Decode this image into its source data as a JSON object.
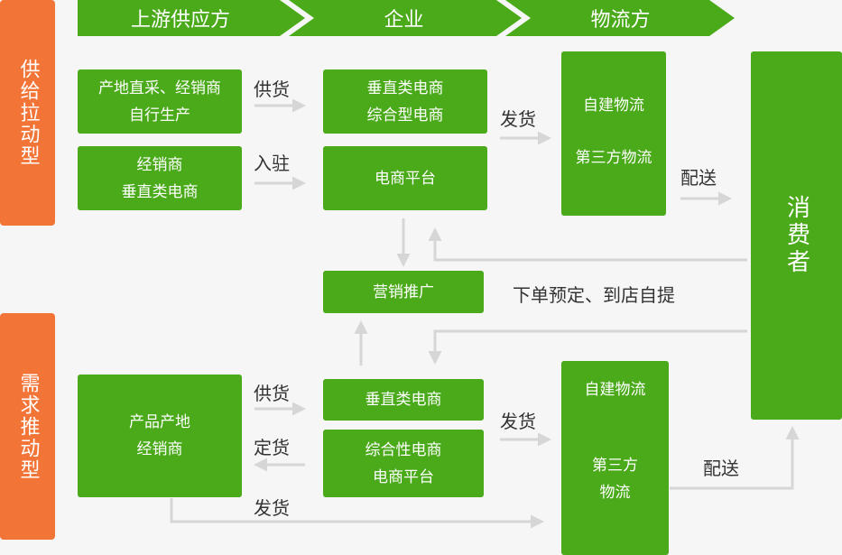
{
  "header": {
    "stage1": "上游供应方",
    "stage2": "企业",
    "stage3": "物流方"
  },
  "side": {
    "top": "供给拉动型",
    "bottom": "需求推动型"
  },
  "top": {
    "supplier1": [
      "产地直采、经销商",
      "自行生产"
    ],
    "supplier2": [
      "经销商",
      "垂直类电商"
    ],
    "enterprise1": [
      "垂直类电商",
      "综合型电商"
    ],
    "enterprise2": [
      "电商平台"
    ],
    "logistics": [
      "自建物流",
      "第三方物流"
    ],
    "label_supply": "供货",
    "label_settle": "入驻",
    "label_ship": "发货",
    "label_deliver": "配送"
  },
  "middle": {
    "marketing": "营销推广",
    "order_label": "下单预定、到店自提"
  },
  "consumer": "消费者",
  "bottom": {
    "supplier": [
      "产品产地",
      "经销商"
    ],
    "enterprise1": [
      "垂直类电商"
    ],
    "enterprise2": [
      "综合性电商",
      "电商平台"
    ],
    "logistics": [
      "自建物流",
      "第三方",
      "物流"
    ],
    "label_supply": "供货",
    "label_order": "定货",
    "label_ship_direct": "发货",
    "label_ship": "发货",
    "label_deliver": "配送"
  },
  "colors": {
    "green": "#4aaa19",
    "orange": "#f27437",
    "connector": "#d6d6d6"
  }
}
